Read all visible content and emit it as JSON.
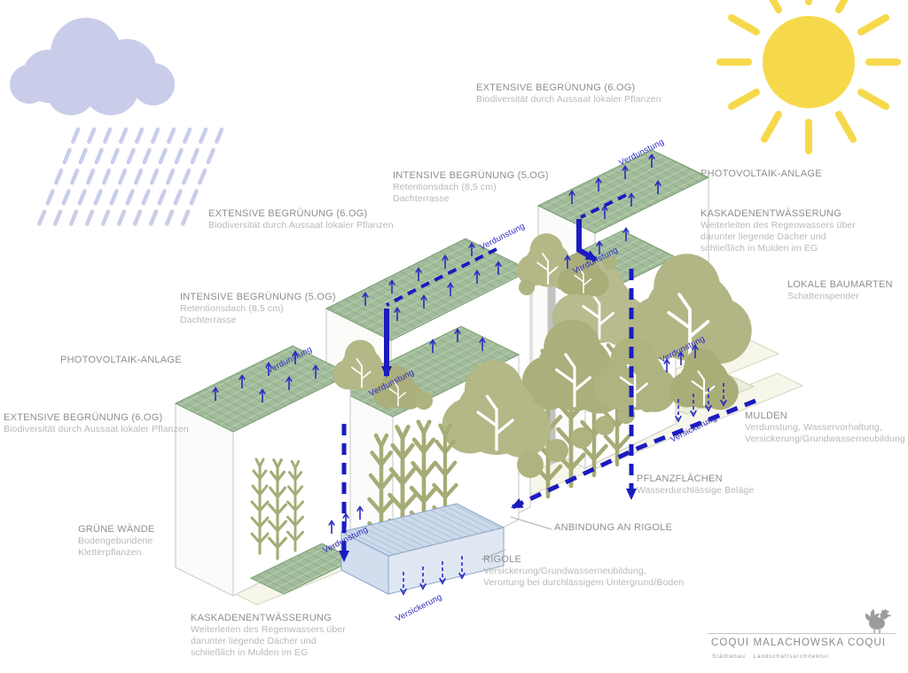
{
  "colors": {
    "accent_blue": "#1b1bc0",
    "roof_green": "#a3bd9b",
    "tree_olive": "#b2b684",
    "sun_yellow": "#f6d94b",
    "cloud_lavender": "#c9cde9",
    "label_gray": "#8f8f8f",
    "rigole_blue": "#ccd9ea"
  },
  "annotations": {
    "evaporation": "Verdunstung",
    "infiltration": "Versickerung"
  },
  "labels": {
    "roof_extensive_top": {
      "title": "EXTENSIVE BEGRÜNUNG (6.OG)",
      "line1": "Biodiversität durch Aussaat lokaler Pflanzen"
    },
    "roof_intensive_mid": {
      "title": "INTENSIVE BEGRÜNUNG (5.OG)",
      "line1": "Retentionsdach (8,5 cm)",
      "line2": "Dachterrasse"
    },
    "pv_right": {
      "title": "PHOTOVOLTAIK-ANLAGE"
    },
    "cascade_right": {
      "title": "KASKADENENTWÄSSERUNG",
      "line1": "Weiterleiten des Regenwassers über",
      "line2": "darunter liegende Dächer und",
      "line3": "schließlich in Mulden im EG"
    },
    "roof_extensive_left": {
      "title": "EXTENSIVE BEGRÜNUNG (6.OG)",
      "line1": "Biodiversität durch Aussaat lokaler Pflanzen"
    },
    "local_trees": {
      "title": "LOKALE BAUMARTEN",
      "line1": "Schattenspender"
    },
    "roof_intensive_left": {
      "title": "INTENSIVE BEGRÜNUNG (5.OG)",
      "line1": "Retentionsdach (8,5 cm)",
      "line2": "Dachterrasse"
    },
    "pv_left": {
      "title": "PHOTOVOLTAIK-ANLAGE"
    },
    "roof_extensive_farleft": {
      "title": "EXTENSIVE BEGRÜNUNG (6.OG)",
      "line1": "Biodiversität durch Aussaat lokaler Pflanzen"
    },
    "mulden": {
      "title": "MULDEN",
      "line1": "Verdunstung, Wasservorhaltung,",
      "line2": "Versickerung/Grundwasserneubildung"
    },
    "pflanzflaechen": {
      "title": "PFLANZFLÄCHEN",
      "line1": "Wasserdurchlässige Beläge"
    },
    "anbindung": {
      "title": "ANBINDUNG AN RIGOLE"
    },
    "gruene_waende": {
      "title": "GRÜNE WÄNDE",
      "line1": "Bodengebundene",
      "line2": "Kletterpflanzen"
    },
    "rigole": {
      "title": "RIGOLE",
      "line1": "Versickerung/Grundwasserneubildung,",
      "line2": "Verortung bei durchlässigem Untergrund/Boden"
    },
    "cascade_bottom": {
      "title": "KASKADENENTWÄSSERUNG",
      "line1": "Weiterleiten des Regenwassers über",
      "line2": "darunter liegende Dächer und",
      "line3": "schließlich in Mulden im EG"
    }
  },
  "logo": {
    "name": "COQUI MALACHOWSKA COQUI",
    "tagline": "Städtebau Landschaftsarchitektur"
  }
}
